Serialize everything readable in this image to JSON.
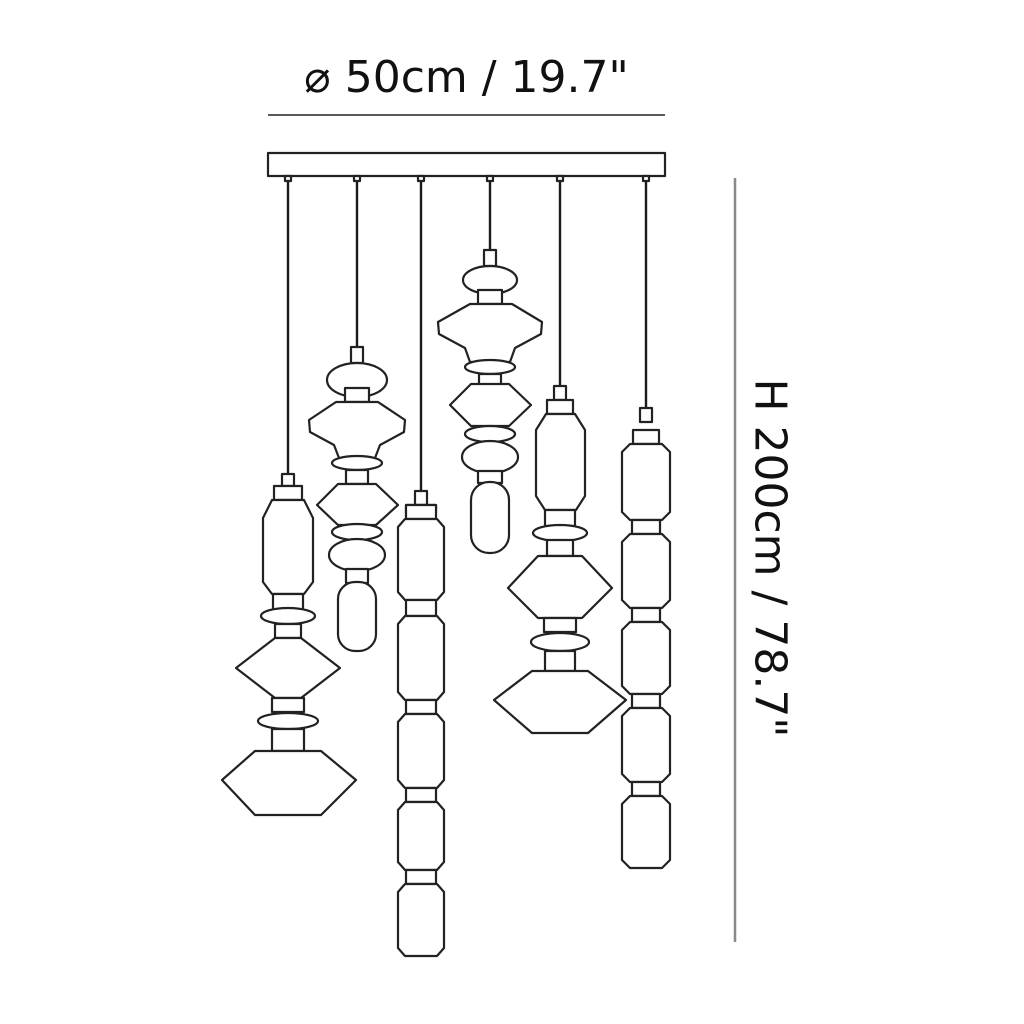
{
  "dimensions": {
    "width_label": "⌀ 50cm / 19.7\"",
    "height_label": "H 200cm / 78.7\""
  },
  "product": {
    "type": "multi-pendant chandelier",
    "pendant_count": 6,
    "canopy": "linear rectangular canopy"
  },
  "colors": {
    "line": "#222222",
    "background": "#ffffff",
    "height_rule": "#888888"
  }
}
